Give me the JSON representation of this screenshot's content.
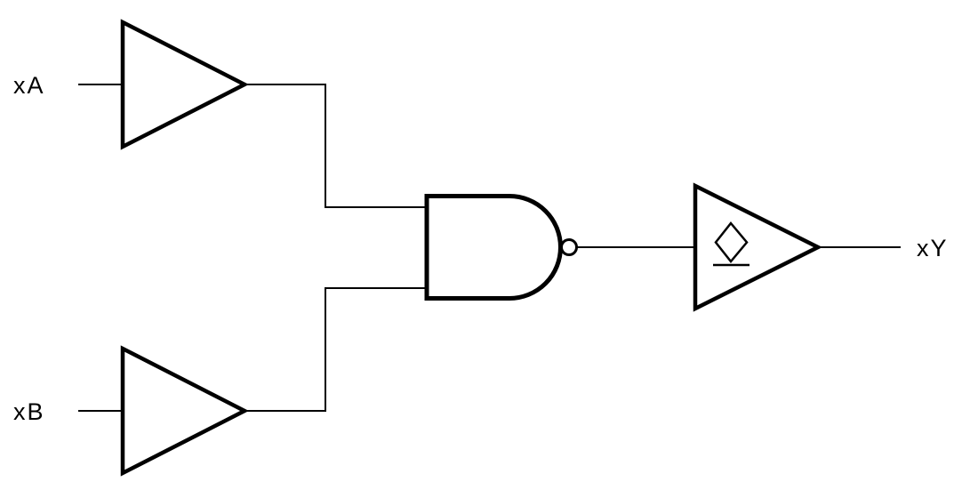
{
  "diagram": {
    "background_color": "#ffffff",
    "line_color": "#000000",
    "labels": {
      "input_a": "xA",
      "input_b": "xB",
      "output": "xY"
    },
    "components": [
      {
        "name": "input-buffer-a",
        "kind": "buffer",
        "input_label": "xA"
      },
      {
        "name": "input-buffer-b",
        "kind": "buffer",
        "input_label": "xB"
      },
      {
        "name": "nand-gate",
        "kind": "nand",
        "inputs": 2,
        "inverted_output": true
      },
      {
        "name": "output-buffer",
        "kind": "buffer",
        "modifier": "open-drain-diamond",
        "output_label": "xY"
      }
    ]
  }
}
